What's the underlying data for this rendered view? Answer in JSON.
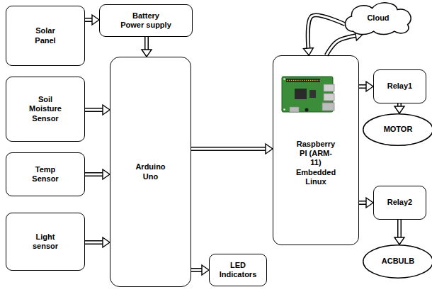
{
  "diagram": {
    "nodes": [
      {
        "text": [
          "Solar Panel"
        ]
      },
      {
        "text": [
          "Battery Power supply"
        ]
      },
      {
        "text": [
          "Soil Moisture Sensor"
        ]
      },
      {
        "text": [
          "Temp Sensor"
        ]
      },
      {
        "text": [
          "Light sensor"
        ]
      },
      {
        "text": [
          "Arduino Uno"
        ]
      },
      {
        "text": [
          "LED Indicators"
        ]
      },
      {
        "text": [
          "Cloud"
        ]
      },
      {
        "text": [
          "Raspberry PI (ARM-11) Embedded Linux"
        ]
      },
      {
        "text": [
          "Relay1"
        ]
      },
      {
        "text": [
          "MOTOR"
        ]
      },
      {
        "text": [
          "Relay2"
        ]
      },
      {
        "text": [
          "ACBULB"
        ]
      }
    ],
    "edges": [
      {
        "from": 0,
        "to": 1,
        "arrow": "to"
      },
      {
        "from": 1,
        "to": 5,
        "arrow": "to"
      },
      {
        "from": 2,
        "to": 5,
        "arrow": "to"
      },
      {
        "from": 3,
        "to": 5,
        "arrow": "to"
      },
      {
        "from": 4,
        "to": 5,
        "arrow": "to"
      },
      {
        "from": 5,
        "to": 6,
        "arrow": "to"
      },
      {
        "from": 5,
        "to": 8,
        "arrow": "to"
      },
      {
        "from": 8,
        "to": 7,
        "arrow": "to"
      },
      {
        "from": 7,
        "to": 8,
        "arrow": "to"
      },
      {
        "from": 8,
        "to": 9,
        "arrow": "to"
      },
      {
        "from": 9,
        "to": 10,
        "arrow": "to"
      },
      {
        "from": 8,
        "to": 11,
        "arrow": "to"
      },
      {
        "from": 11,
        "to": 12,
        "arrow": "to"
      }
    ]
  }
}
